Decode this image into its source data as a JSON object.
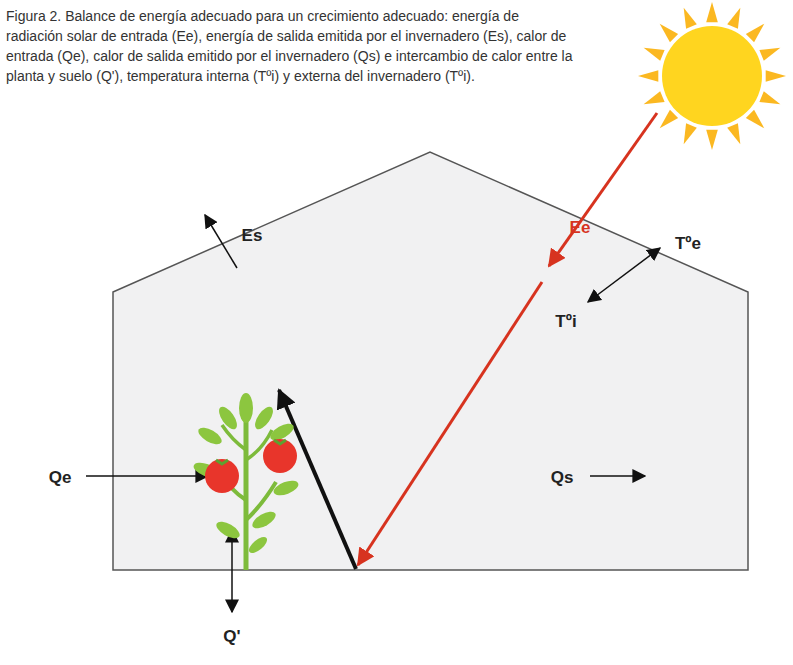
{
  "diagram": {
    "caption": "Figura 2. Balance de energía adecuado para un crecimiento adecuado: energía de radiación solar de entrada (Ee), energía de salida emitida por el invernadero (Es), calor de entrada (Qe), calor de salida emitido por el invernadero (Qs) e intercambio de calor entre la planta y suelo (Q'), temperatura interna (Tºi) y externa del invernadero (Tºi).",
    "labels": [
      "Es",
      "Ee",
      "Tºe",
      "Tºi",
      "Qe",
      "Qs",
      "Q'"
    ]
  }
}
